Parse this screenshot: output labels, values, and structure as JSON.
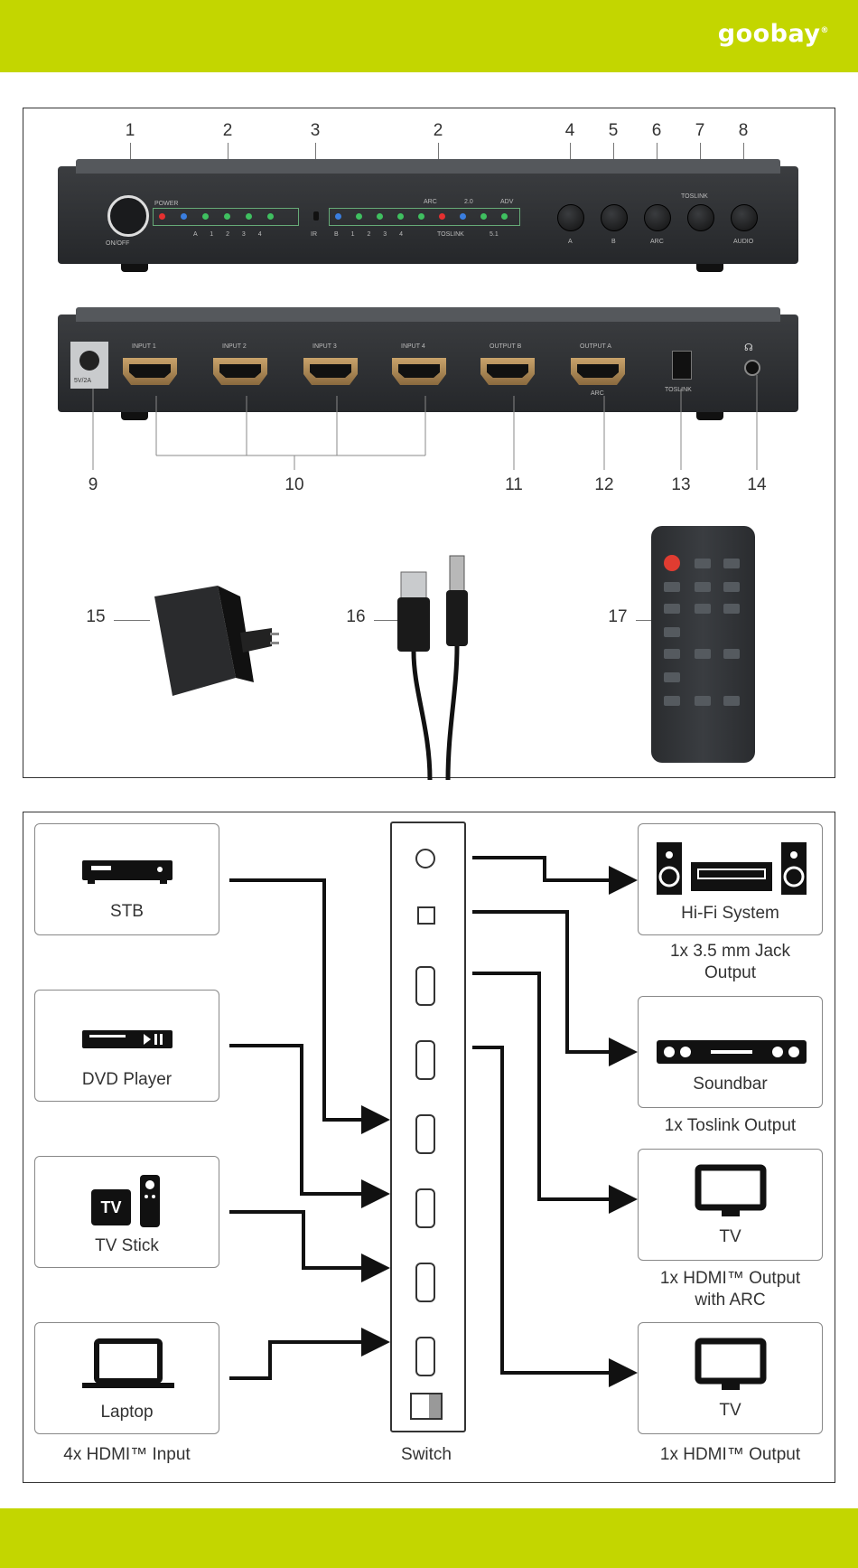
{
  "brand": {
    "logo_text": "goobay",
    "logo_mark": "®",
    "band_color": "#c3d600"
  },
  "hardware": {
    "callouts": {
      "c1": "1",
      "c2a": "2",
      "c3": "3",
      "c2b": "2",
      "c4": "4",
      "c5": "5",
      "c6": "6",
      "c7": "7",
      "c8": "8",
      "c9": "9",
      "c10": "10",
      "c11": "11",
      "c12": "12",
      "c13": "13",
      "c14": "14",
      "c15": "15",
      "c16": "16",
      "c17": "17"
    },
    "front": {
      "power_label": "POWER",
      "onoff_label": "ON/OFF",
      "arc": "ARC",
      "ch20": "2.0",
      "adv": "ADV",
      "toslink": "TOSLINK",
      "ch51": "5.1",
      "btn_a": "A",
      "btn_b": "B",
      "btn_arc": "ARC",
      "toslink_top": "TOSLINK",
      "audio": "AUDIO",
      "led_nums_left": "A 1 2 3 4",
      "ir": "IR",
      "led_nums_right": "B 1 2 3 4"
    },
    "rear": {
      "dc": "5V/2A",
      "in1": "INPUT 1",
      "in2": "INPUT 2",
      "in3": "INPUT 3",
      "in4": "INPUT 4",
      "outb": "OUTPUT B",
      "outa": "OUTPUT A",
      "arc": "ARC",
      "toslink": "TOSLINK"
    }
  },
  "diagram": {
    "sources": [
      {
        "label": "STB"
      },
      {
        "label": "DVD Player"
      },
      {
        "label": "TV Stick"
      },
      {
        "label": "Laptop"
      }
    ],
    "sources_caption": "4x HDMI™ Input",
    "switch_caption": "Switch",
    "outputs": [
      {
        "label": "Hi-Fi System",
        "caption_1": "1x 3.5 mm Jack",
        "caption_2": "Output"
      },
      {
        "label": "Soundbar",
        "caption_1": "1x Toslink Output"
      },
      {
        "label": "TV",
        "caption_1": "1x HDMI™ Output",
        "caption_2": "with ARC"
      },
      {
        "label": "TV",
        "caption_1": "1x HDMI™ Output"
      }
    ],
    "tv_stick_badge": "TV"
  }
}
